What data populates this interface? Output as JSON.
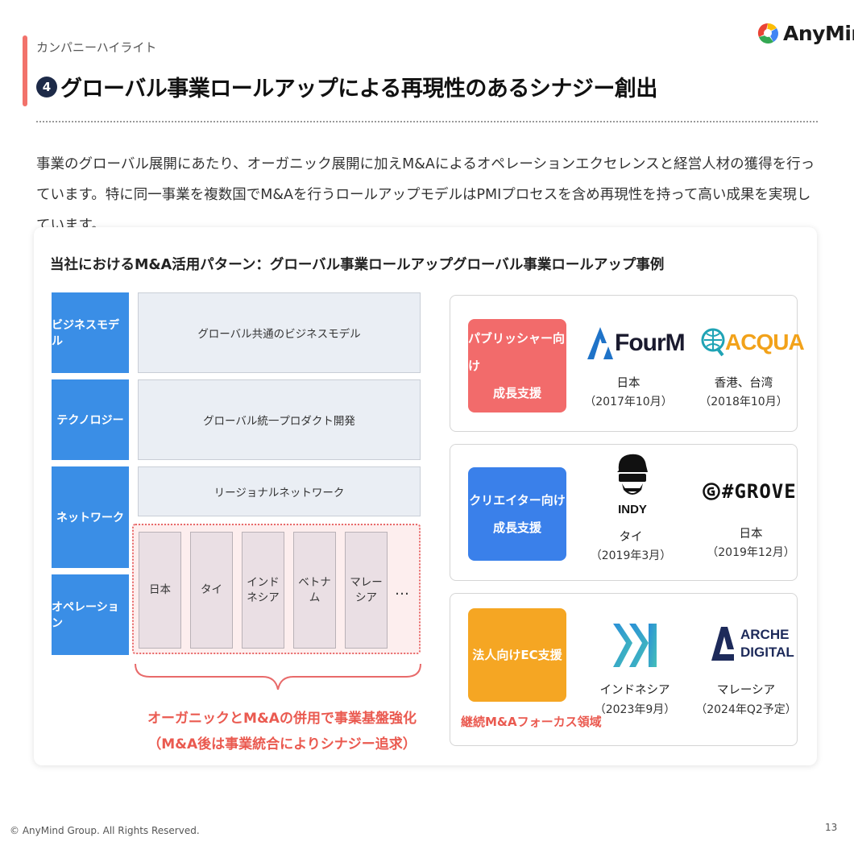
{
  "header": {
    "subtitle": "カンパニーハイライト",
    "number": "4",
    "title": "グローバル事業ロールアップによる再現性のあるシナジー創出",
    "logo_text": "AnyMind"
  },
  "intro": "事業のグローバル展開にあたり、オーガニック展開に加えM&Aによるオペレーションエクセレンスと経営人材の獲得を行っています。特に同一事業を複数国でM&Aを行うロールアップモデルはPMIプロセスを含め再現性を持って高い成果を実現しています。",
  "left": {
    "heading": "当社におけるM&A活用パターン：グローバル事業ロールアップ",
    "rows": [
      {
        "label": "ビジネスモデル",
        "content": "グローバル共通のビジネスモデル"
      },
      {
        "label": "テクノロジー",
        "content": "グローバル統一プロダクト開発"
      },
      {
        "label": "ネットワーク",
        "content": "リージョナルネットワーク"
      },
      {
        "label": "オペレーション"
      }
    ],
    "countries": [
      "日本",
      "タイ",
      "インド\nネシア",
      "ベトナム",
      "マレーシア"
    ],
    "ellipsis": "…",
    "organic_line1": "オーガニックとM&Aの併用で事業基盤強化",
    "organic_line2": "（M&A後は事業統合によりシナジー追求）"
  },
  "right": {
    "heading": "グローバル事業ロールアップ事例",
    "cases": [
      {
        "label_line1": "パブリッシャー向け",
        "label_line2": "成長支援",
        "color": "#f26b6b",
        "companies": [
          {
            "logo": "FourM",
            "country": "日本",
            "date": "（2017年10月）"
          },
          {
            "logo": "ACQUA",
            "country": "香港、台湾",
            "date": "（2018年10月）"
          }
        ]
      },
      {
        "label_line1": "クリエイター向け",
        "label_line2": "成長支援",
        "color": "#3a80ea",
        "companies": [
          {
            "logo": "INDY",
            "country": "タイ",
            "date": "（2019年3月）"
          },
          {
            "logo": "#GROVE",
            "country": "日本",
            "date": "（2019年12月）"
          }
        ]
      },
      {
        "label_line1": "法人向けEC支援",
        "label_line2": "",
        "color": "#f5a623",
        "companies": [
          {
            "logo": "",
            "country": "インドネシア",
            "date": "（2023年9月）"
          },
          {
            "logo": "ARCHE DIGITAL",
            "country": "マレーシア",
            "date": "（2024年Q2予定）"
          }
        ]
      }
    ],
    "focus_label": "継続M&Aフォーカス領域"
  },
  "footer": {
    "copyright": "© AnyMind Group. All Rights Reserved.",
    "page": "13"
  }
}
